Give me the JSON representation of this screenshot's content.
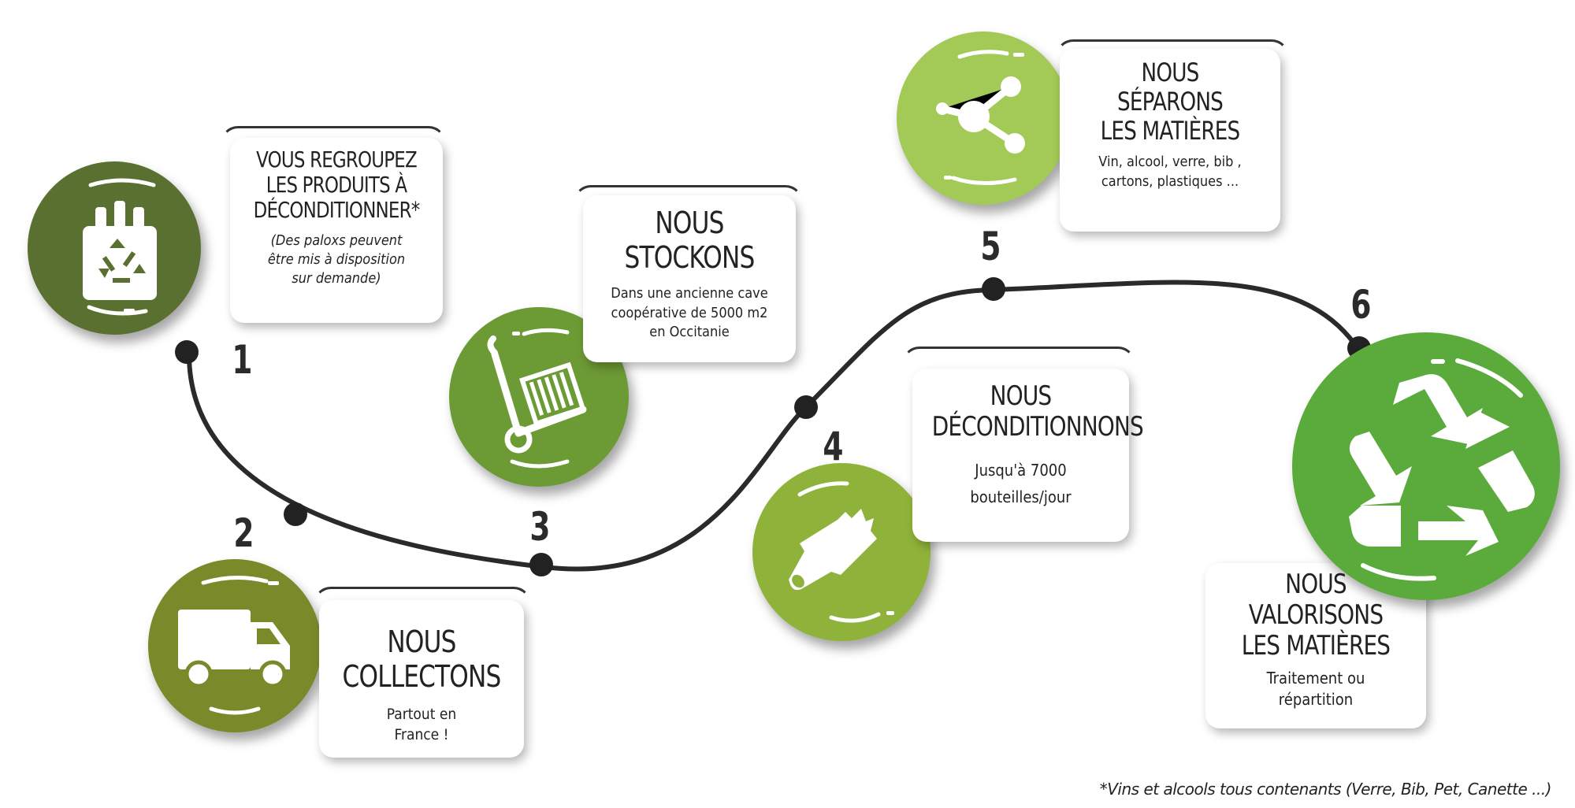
{
  "steps": [
    {
      "number": "1",
      "title": [
        "VOUS REGROUPEZ",
        "LES PRODUITS À",
        "DÉCONDITIONNER*"
      ],
      "subtitle": [
        "(Des paloxs peuvent",
        "être mis à disposition",
        "sur demande)"
      ],
      "color": "#5a7030"
    },
    {
      "number": "2",
      "title": [
        "NOUS",
        "COLLECTONS"
      ],
      "subtitle": [
        "Partout en",
        "France !"
      ],
      "color": "#7a8a2a"
    },
    {
      "number": "3",
      "title": [
        "NOUS",
        "STOCKONS"
      ],
      "subtitle": [
        "Dans une ancienne cave",
        "coopérative de 5000 m2",
        "en Occitanie"
      ],
      "color": "#6c9a34"
    },
    {
      "number": "4",
      "title": [
        "NOUS",
        "DÉCONDITIONNONS"
      ],
      "subtitle": [
        "Jusqu'à 7000",
        "bouteilles/jour"
      ],
      "color": "#8fb33a"
    },
    {
      "number": "5",
      "title": [
        "NOUS",
        "SÉPARONS",
        "LES MATIÈRES"
      ],
      "subtitle": [
        "Vin, alcool, verre, bib ,",
        "cartons, plastiques ..."
      ],
      "color": "#a3c957"
    },
    {
      "number": "6",
      "title": [
        "NOUS",
        "VALORISONS",
        "LES MATIÈRES"
      ],
      "subtitle": [
        "Traitement ou",
        "répartition"
      ],
      "color": "#5aab3c"
    }
  ],
  "icons": [
    "bottle-crate-recycle-icon",
    "delivery-truck-icon",
    "hand-truck-icon",
    "broken-bottle-icon",
    "share-nodes-icon",
    "recycle-icon"
  ],
  "footnote": "*Vins et alcools tous contenants (Verre, Bib, Pet, Canette ...)"
}
